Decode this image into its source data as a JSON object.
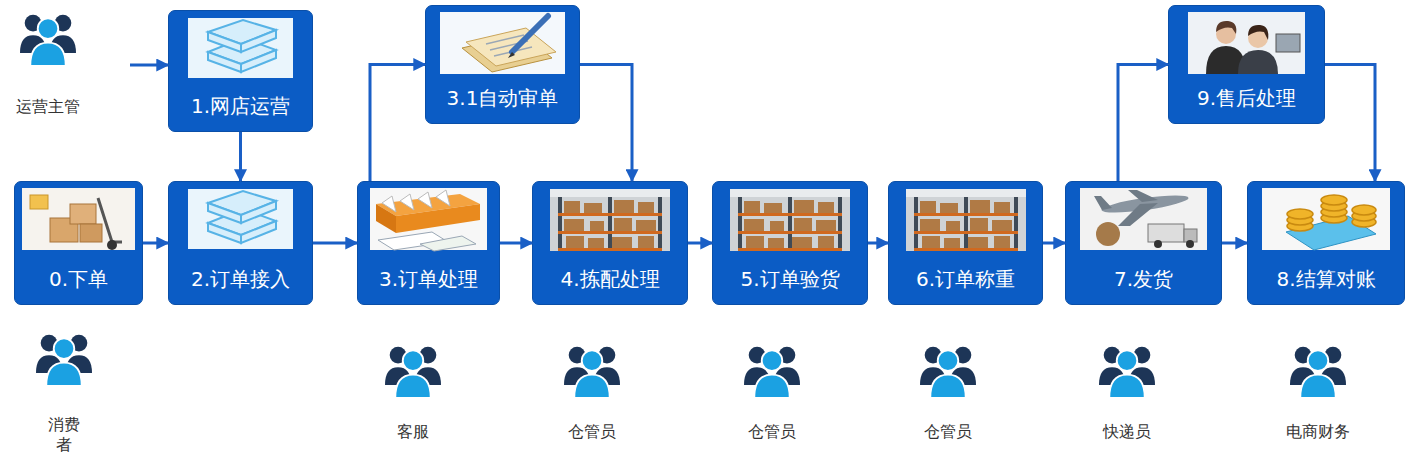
{
  "diagram": {
    "nodes": [
      {
        "text": [
          "运营主管"
        ]
      },
      {
        "text": [
          "1.网店运营"
        ]
      },
      {
        "text": [
          "3.1自动审单"
        ]
      },
      {
        "text": [
          "9.售后处理"
        ]
      },
      {
        "text": [
          "0.下单"
        ]
      },
      {
        "text": [
          "2.订单接入"
        ]
      },
      {
        "text": [
          "3.订单处理"
        ]
      },
      {
        "text": [
          "4.拣配处理"
        ]
      },
      {
        "text": [
          "5.订单验货"
        ]
      },
      {
        "text": [
          "6.订单称重"
        ]
      },
      {
        "text": [
          "7.发货"
        ]
      },
      {
        "text": [
          "8.结算对账"
        ]
      },
      {
        "text": [
          "消费者"
        ]
      },
      {
        "text": [
          "客服"
        ]
      },
      {
        "text": [
          "仓管员"
        ]
      },
      {
        "text": [
          "仓管员"
        ]
      },
      {
        "text": [
          "仓管员"
        ]
      },
      {
        "text": [
          "快递员"
        ]
      },
      {
        "text": [
          "电商财务"
        ]
      }
    ],
    "edges": [
      {
        "from": 0,
        "to": 1,
        "arrow": "to"
      },
      {
        "from": 1,
        "to": 5,
        "arrow": "to"
      },
      {
        "from": 4,
        "to": 5,
        "arrow": "to"
      },
      {
        "from": 5,
        "to": 6,
        "arrow": "to"
      },
      {
        "from": 6,
        "to": 2,
        "arrow": "to"
      },
      {
        "from": 2,
        "to": 7,
        "arrow": "to"
      },
      {
        "from": 6,
        "to": 7,
        "arrow": "to"
      },
      {
        "from": 7,
        "to": 8,
        "arrow": "to"
      },
      {
        "from": 8,
        "to": 9,
        "arrow": "to"
      },
      {
        "from": 9,
        "to": 10,
        "arrow": "to"
      },
      {
        "from": 10,
        "to": 3,
        "arrow": "to"
      },
      {
        "from": 3,
        "to": 11,
        "arrow": "to"
      },
      {
        "from": 10,
        "to": 11,
        "arrow": "to"
      }
    ]
  }
}
